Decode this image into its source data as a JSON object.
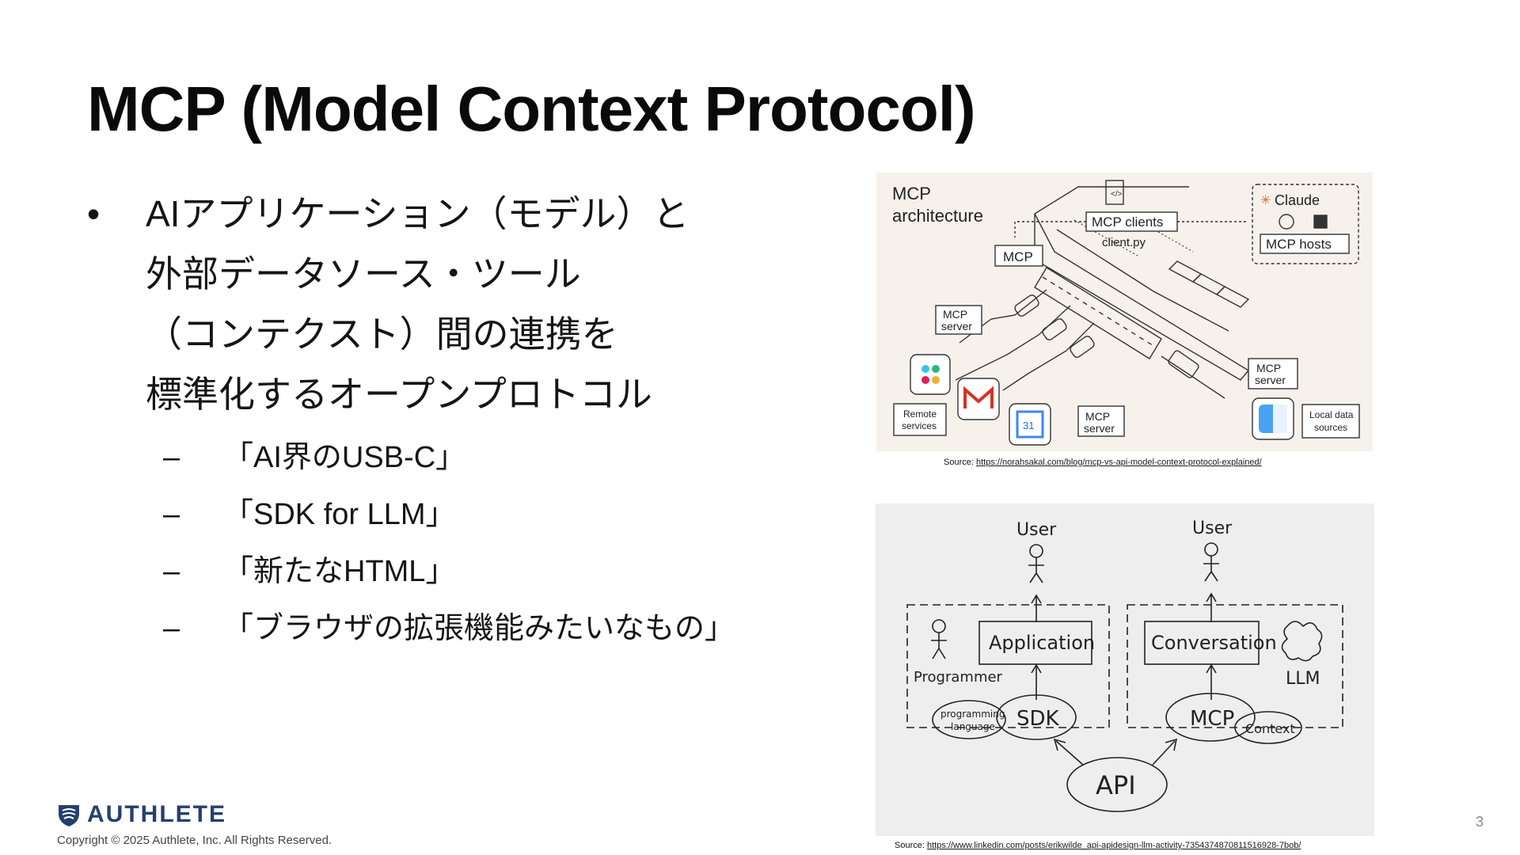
{
  "slide": {
    "title": "MCP (Model Context Protocol)",
    "bullet": {
      "marker": "•",
      "lines": [
        "AIアプリケーション（モデル）と",
        "外部データソース・ツール",
        "（コンテクスト）間の連携を",
        "標準化するオープンプロトコル"
      ]
    },
    "sub_marker": "–",
    "sub_bullets": [
      "「AI界のUSB-C」",
      "「SDK for LLM」",
      "「新たなHTML」",
      "「ブラウザの拡張機能みたいなもの」"
    ],
    "page_number": "3"
  },
  "figure1": {
    "title_line1": "MCP",
    "title_line2": "architecture",
    "labels": {
      "mcp_clients": "MCP clients",
      "client_py": "client.py",
      "claude": "Claude",
      "mcp_hosts": "MCP hosts",
      "mcp": "MCP",
      "mcp_server": "MCP",
      "server": "server",
      "remote": "Remote",
      "services": "services",
      "local_data": "Local data",
      "sources": "sources",
      "cal_day": "31"
    },
    "source_label": "Source:",
    "source_url": "https://norahsakal.com/blog/mcp-vs-api-model-context-protocol-explained/"
  },
  "figure2": {
    "labels": {
      "user": "User",
      "application": "Application",
      "conversation": "Conversation",
      "programmer": "Programmer",
      "llm": "LLM",
      "programming": "programming",
      "language": "language",
      "sdk": "SDK",
      "mcp": "MCP",
      "context": "Context",
      "api": "API"
    },
    "source_label": "Source:",
    "source_url": "https://www.linkedin.com/posts/erikwilde_api-apidesign-llm-activity-7354374870811516928-7bob/"
  },
  "footer": {
    "brand": "AUTHLETE",
    "copyright": "Copyright © 2025 Authlete, Inc. All Rights Reserved."
  },
  "colors": {
    "brand": "#24406f",
    "fig1_bg": "#f7f1ec",
    "fig2_bg": "#eeeeee"
  }
}
